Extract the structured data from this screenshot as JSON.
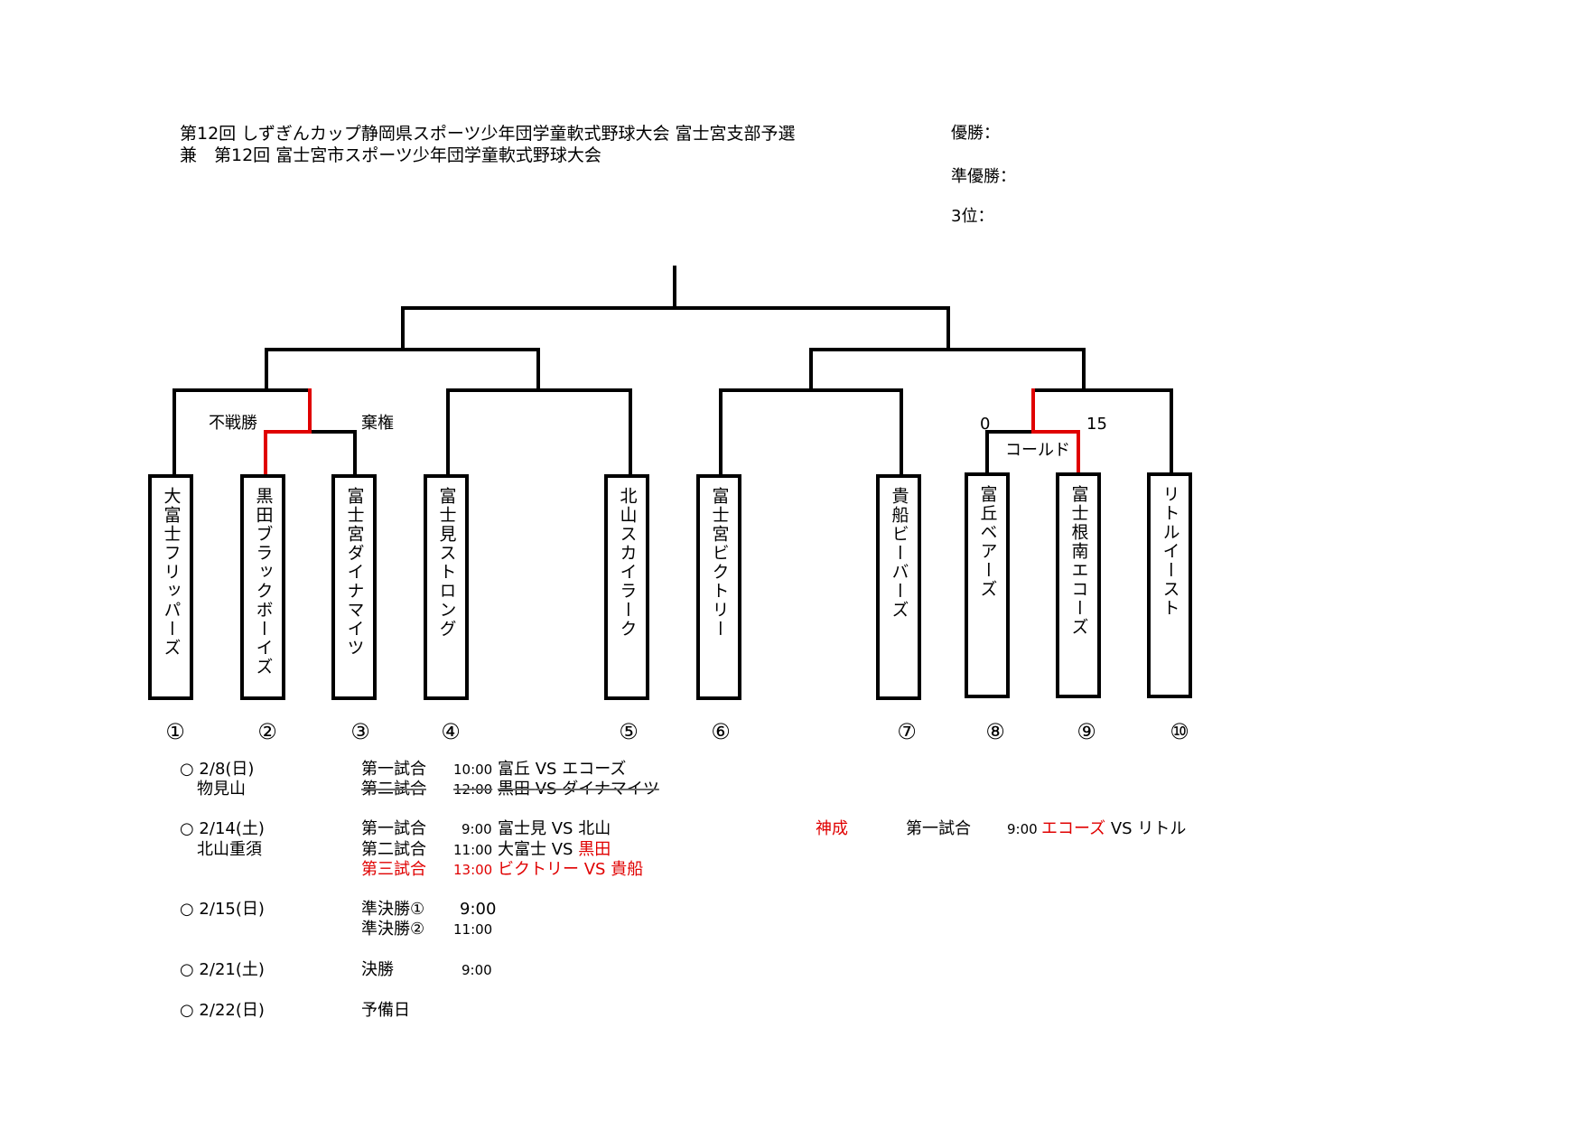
{
  "title_line1": "第12回 しずぎんカップ静岡県スポーツ少年団学童軟式野球大会 富士宮支部予選",
  "title_line2": "兼　第12回 富士宮市スポーツ少年団学童軟式野球大会",
  "results": {
    "champion": "優勝：",
    "runner_up": "準優勝：",
    "third": "3位："
  },
  "bracket": {
    "notes": {
      "walkover": "不戦勝",
      "forfeit": "棄権",
      "score_left": "0",
      "score_right": "15",
      "called": "コールド"
    },
    "teams": [
      {
        "no": "①",
        "name": "大富士フリッパーズ"
      },
      {
        "no": "②",
        "name": "黒田ブラックボーイズ"
      },
      {
        "no": "③",
        "name": "富士宮ダイナマイツ"
      },
      {
        "no": "④",
        "name": "富士見ストロング"
      },
      {
        "no": "⑤",
        "name": "北山スカイラーク"
      },
      {
        "no": "⑥",
        "name": "富士宮ビクトリー"
      },
      {
        "no": "⑦",
        "name": "貴船ビーバーズ"
      },
      {
        "no": "⑧",
        "name": "富丘ベアーズ"
      },
      {
        "no": "⑨",
        "name": "富士根南エコーズ"
      },
      {
        "no": "⑩",
        "name": "リトルイースト"
      }
    ],
    "colors": {
      "winner_line": "#e00000",
      "line": "#000000"
    }
  },
  "schedule": [
    {
      "date": "○ 2/8(日)",
      "venue": "物見山",
      "games": [
        {
          "label": "第一試合",
          "time": "10:00",
          "home": "富丘",
          "vs": "VS",
          "away": "エコーズ"
        },
        {
          "label": "第二試合",
          "time": "12:00",
          "home": "黒田",
          "vs": "VS",
          "away": "ダイナマイツ",
          "cancelled": true
        }
      ]
    },
    {
      "date": "○ 2/14(土)",
      "venue": "北山重須",
      "games": [
        {
          "label": "第一試合",
          "time": "9:00",
          "home": "富士見",
          "vs": "VS",
          "away": "北山"
        },
        {
          "label": "第二試合",
          "time": "11:00",
          "home": "大富士",
          "vs": "VS",
          "away": "黒田"
        },
        {
          "label": "第三試合",
          "time": "13:00",
          "home": "ビクトリー",
          "vs": "VS",
          "away": "貴船"
        }
      ],
      "extra": {
        "venue": "神成",
        "label": "第一試合",
        "time": "9:00",
        "home": "エコーズ",
        "vs": "VS",
        "away": "リトル"
      }
    },
    {
      "date": "○ 2/15(日)",
      "games": [
        {
          "label": "準決勝①",
          "time": "9:00"
        },
        {
          "label": "準決勝②",
          "time": "11:00"
        }
      ]
    },
    {
      "date": "○ 2/21(土)",
      "games": [
        {
          "label": "決勝",
          "time": "9:00"
        }
      ]
    },
    {
      "date": "○ 2/22(日)",
      "games": [
        {
          "label": "予備日"
        }
      ]
    }
  ]
}
